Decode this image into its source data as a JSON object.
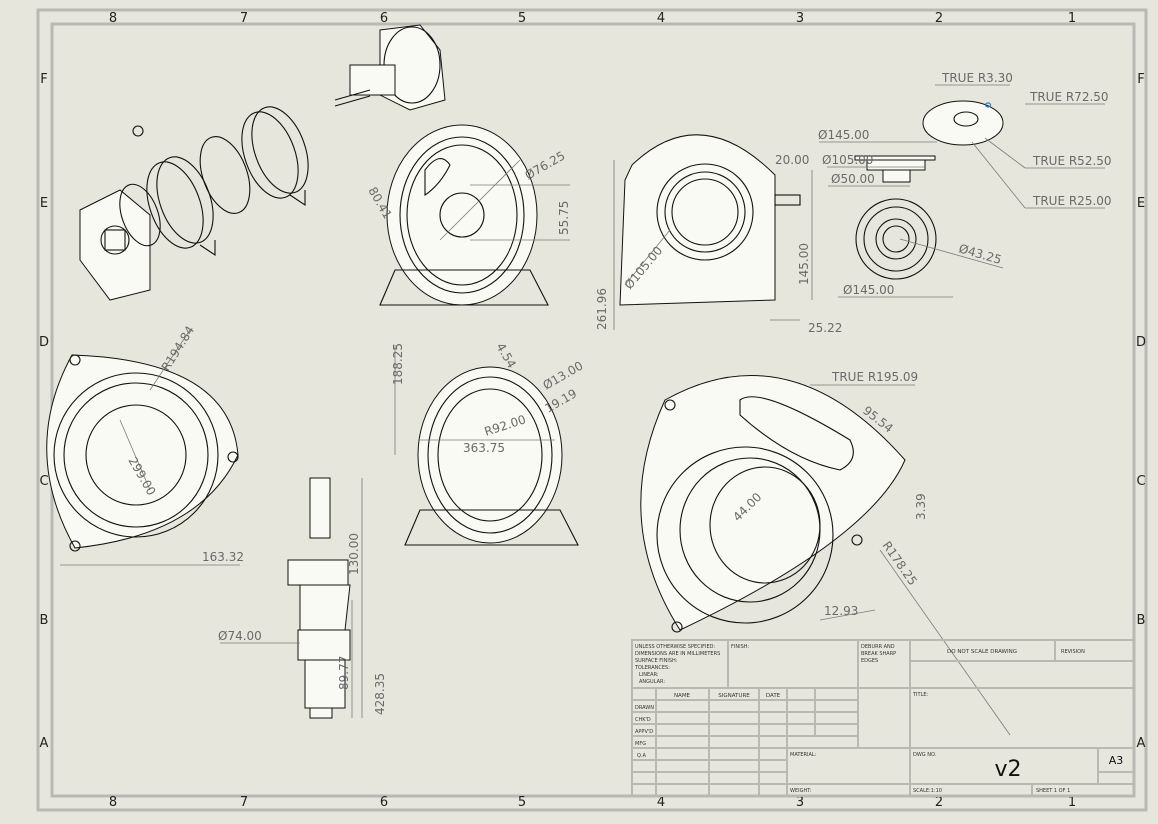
{
  "zones": {
    "columns": [
      "8",
      "7",
      "6",
      "5",
      "4",
      "3",
      "2",
      "1"
    ],
    "rows": [
      "F",
      "E",
      "D",
      "C",
      "B",
      "A"
    ]
  },
  "dimensions": {
    "true_r3_30": "TRUE R3.30",
    "true_r72_50": "TRUE R72.50",
    "true_r52_50": "TRUE R52.50",
    "true_r25_00": "TRUE R25.00",
    "d145_top": "Ø145.00",
    "d105": "Ø105.00",
    "d50": "Ø50.00",
    "w20": "20.00",
    "d43_25": "Ø43.25",
    "d145_bottom": "Ø145.00",
    "h145": "145.00",
    "w25_22": "25.22",
    "h261_96": "261.96",
    "d105_housing": "Ø105.00",
    "d76_25": "Ø76.25",
    "h80_41": "80.41",
    "h55_75": "55.75",
    "r194_84": "R194.84",
    "d299": "299.00",
    "w163_32": "163.32",
    "h188_25": "188.25",
    "w4_54": "4.54",
    "d13": "Ø13.00",
    "w19_19": "19.19",
    "r92": "R92.00",
    "w363_75": "363.75",
    "true_r195_09": "TRUE R195.09",
    "w95_54": "95.54",
    "d44": "44.00",
    "h3_39": "3.39",
    "r178_25": "R178.25",
    "w12_93": "12.93",
    "h130": "130.00",
    "d74": "Ø74.00",
    "h89_77": "89.77",
    "h428_35": "428.35"
  },
  "title_block": {
    "notes": [
      "UNLESS OTHERWISE SPECIFIED:",
      "DIMENSIONS ARE IN MILLIMETERS",
      "SURFACE FINISH:",
      "TOLERANCES:",
      "LINEAR:",
      "ANGULAR:"
    ],
    "finish": "FINISH:",
    "deburr": [
      "DEBURR AND",
      "BREAK SHARP",
      "EDGES"
    ],
    "do_not_scale": "DO NOT SCALE DRAWING",
    "revision": "REVISION",
    "columns": [
      "NAME",
      "SIGNATURE",
      "DATE"
    ],
    "rows": [
      "DRAWN",
      "CHK'D",
      "APPV'D",
      "MFG",
      "Q.A"
    ],
    "title": "TITLE:",
    "material": "MATERIAL:",
    "weight": "WEIGHT:",
    "dwg_no_label": "DWG NO.",
    "dwg_no": "v2",
    "size": "A3",
    "scale": "SCALE:1:10",
    "sheet": "SHEET 1 OF 1"
  },
  "colors": {
    "sheet": "#e7e6dc",
    "frame": "#b9b9b4",
    "highlight": "#2a7fd4"
  }
}
